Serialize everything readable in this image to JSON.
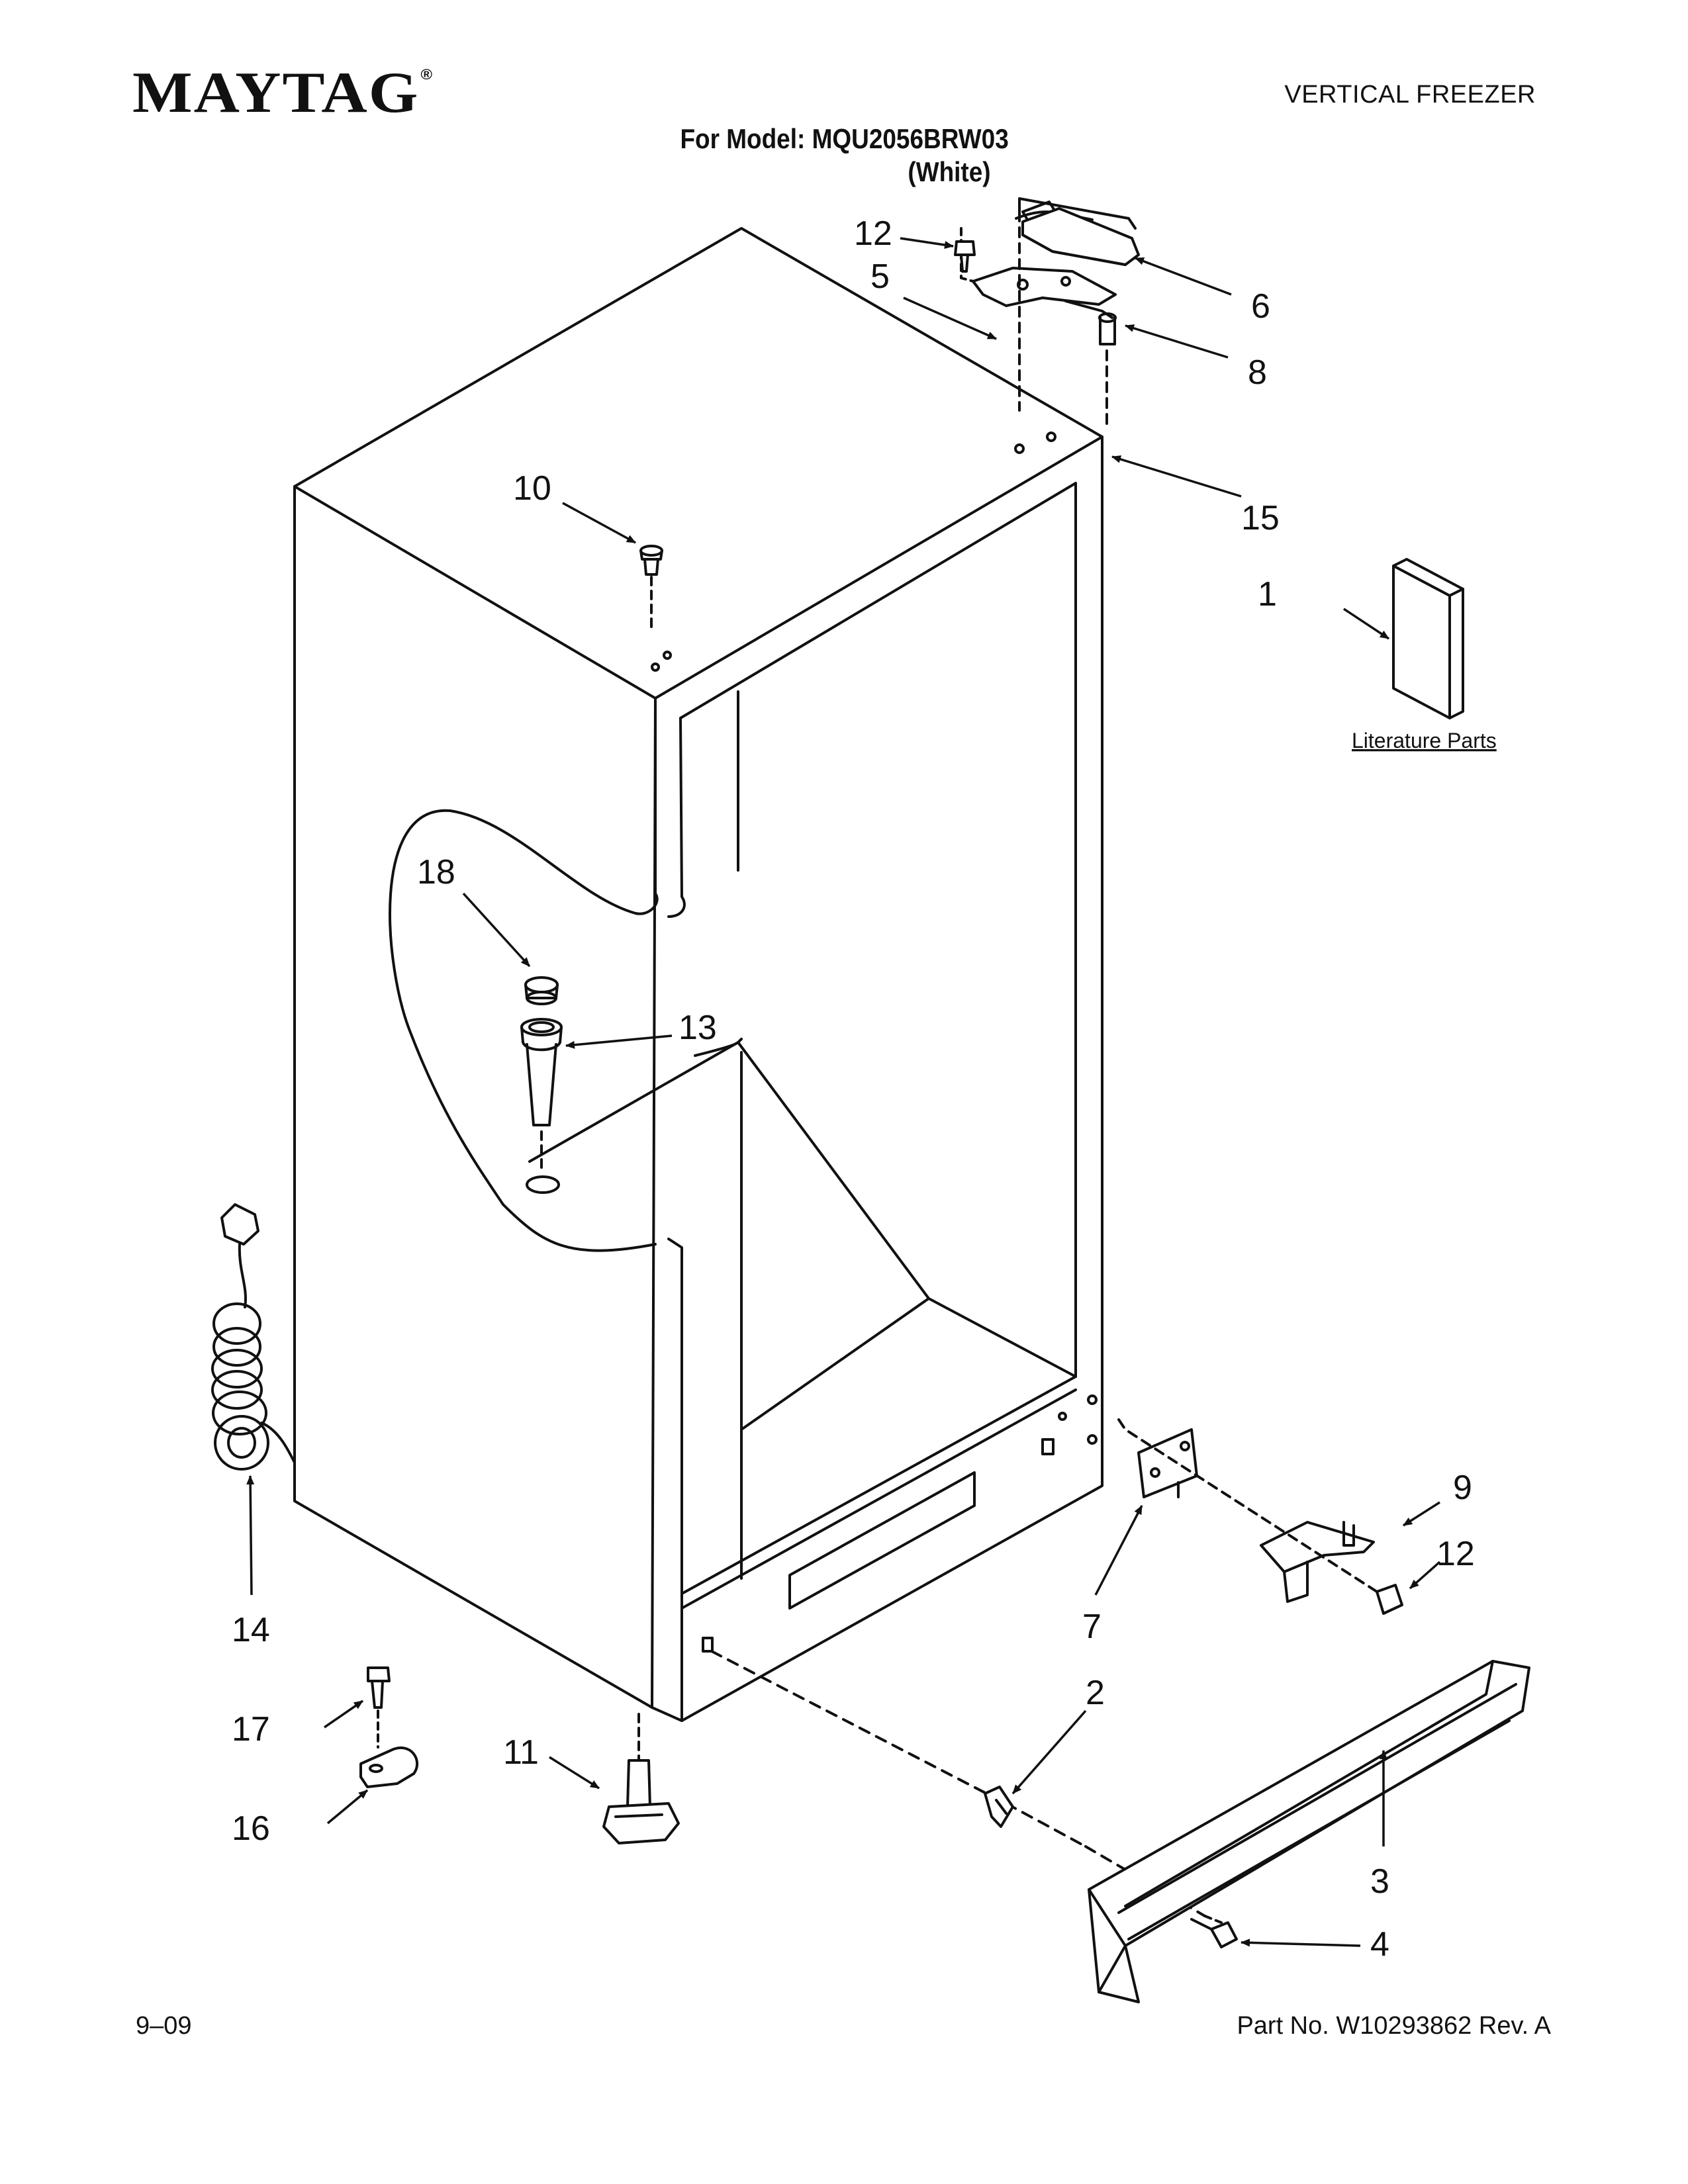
{
  "header": {
    "brand": "MAYTAG",
    "brand_mark": "®",
    "doc_type": "VERTICAL FREEZER",
    "model_line": "For Model: MQU2056BRW03",
    "color_line": "(White)"
  },
  "diagram": {
    "literature_label": "Literature Parts",
    "callouts": {
      "c1": "1",
      "c2": "2",
      "c3": "3",
      "c4": "4",
      "c5": "5",
      "c6": "6",
      "c7": "7",
      "c8": "8",
      "c9": "9",
      "c10": "10",
      "c11": "11",
      "c12a": "12",
      "c12b": "12",
      "c13": "13",
      "c14": "14",
      "c15": "15",
      "c16": "16",
      "c17": "17",
      "c18": "18"
    }
  },
  "footer": {
    "date": "9–09",
    "part_number": "Part No. W10293862 Rev. A"
  }
}
